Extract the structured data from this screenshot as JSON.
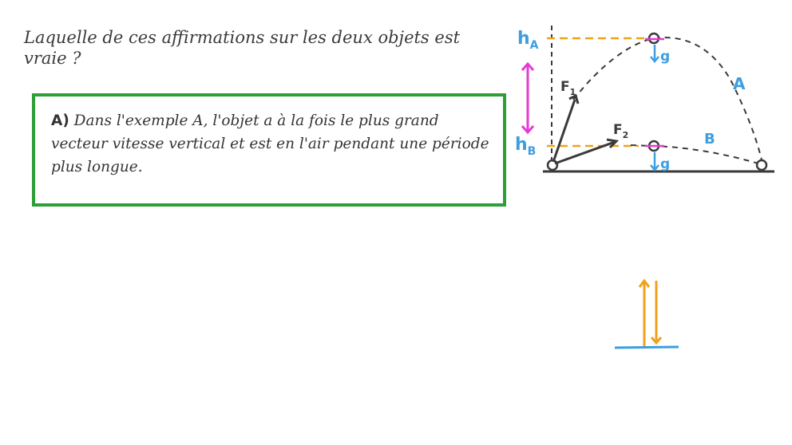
{
  "question": {
    "text": "Laquelle de ces affirmations sur les deux objets est vraie ?"
  },
  "answer": {
    "letter": "A)",
    "text": "Dans l'exemple A, l'objet a à la fois le plus grand vecteur vitesse vertical et est en l'air pendant une période plus longue.",
    "border_color": "#2e9e37"
  },
  "diagram": {
    "labels": {
      "h_a": "h",
      "h_a_sub": "A",
      "h_b": "h",
      "h_b_sub": "B",
      "f1": "F",
      "f1_sub": "1",
      "f2": "F",
      "f2_sub": "2",
      "g_top": "g",
      "g_bottom": "g",
      "trajectory_a": "A",
      "trajectory_b": "B"
    },
    "colors": {
      "blue": "#3d9ee0",
      "orange": "#f0a21a",
      "magenta": "#e63ad6",
      "dark": "#3a3a3a"
    }
  },
  "small_diagram": {
    "description": "up-down vertical arrows over ground line"
  }
}
